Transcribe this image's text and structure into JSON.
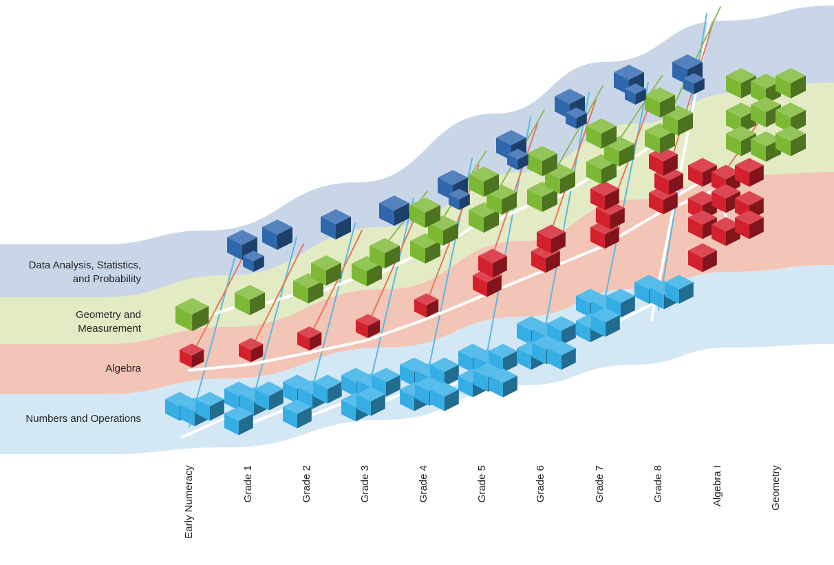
{
  "colors": {
    "band_data": "#c9d6e8",
    "band_geometry": "#e3ebc4",
    "band_algebra": "#f2c5b6",
    "band_numbers": "#d4e7f5",
    "cube_data": "#2f67ad",
    "cube_geometry": "#7cb833",
    "cube_algebra": "#d3202d",
    "cube_numbers": "#35aee6",
    "arrow_blue": "#5bb8e0",
    "arrow_red": "#e6765a",
    "arrow_green": "#8ab85a",
    "link_white": "#ffffff"
  },
  "strands": [
    {
      "lines": [
        "Data Analysis, Statistics,",
        "and Probability"
      ]
    },
    {
      "lines": [
        "Geometry and",
        "Measurement"
      ]
    },
    {
      "lines": [
        "Algebra"
      ]
    },
    {
      "lines": [
        "Numbers and Operations"
      ]
    }
  ],
  "grades": [
    "Early Numeracy",
    "Grade 1",
    "Grade 2",
    "Grade 3",
    "Grade 4",
    "Grade 5",
    "Grade 6",
    "Grade 7",
    "Grade 8",
    "Algebra I",
    "Geometry"
  ],
  "icons": {
    "cube": "isometric-cube-icon"
  }
}
